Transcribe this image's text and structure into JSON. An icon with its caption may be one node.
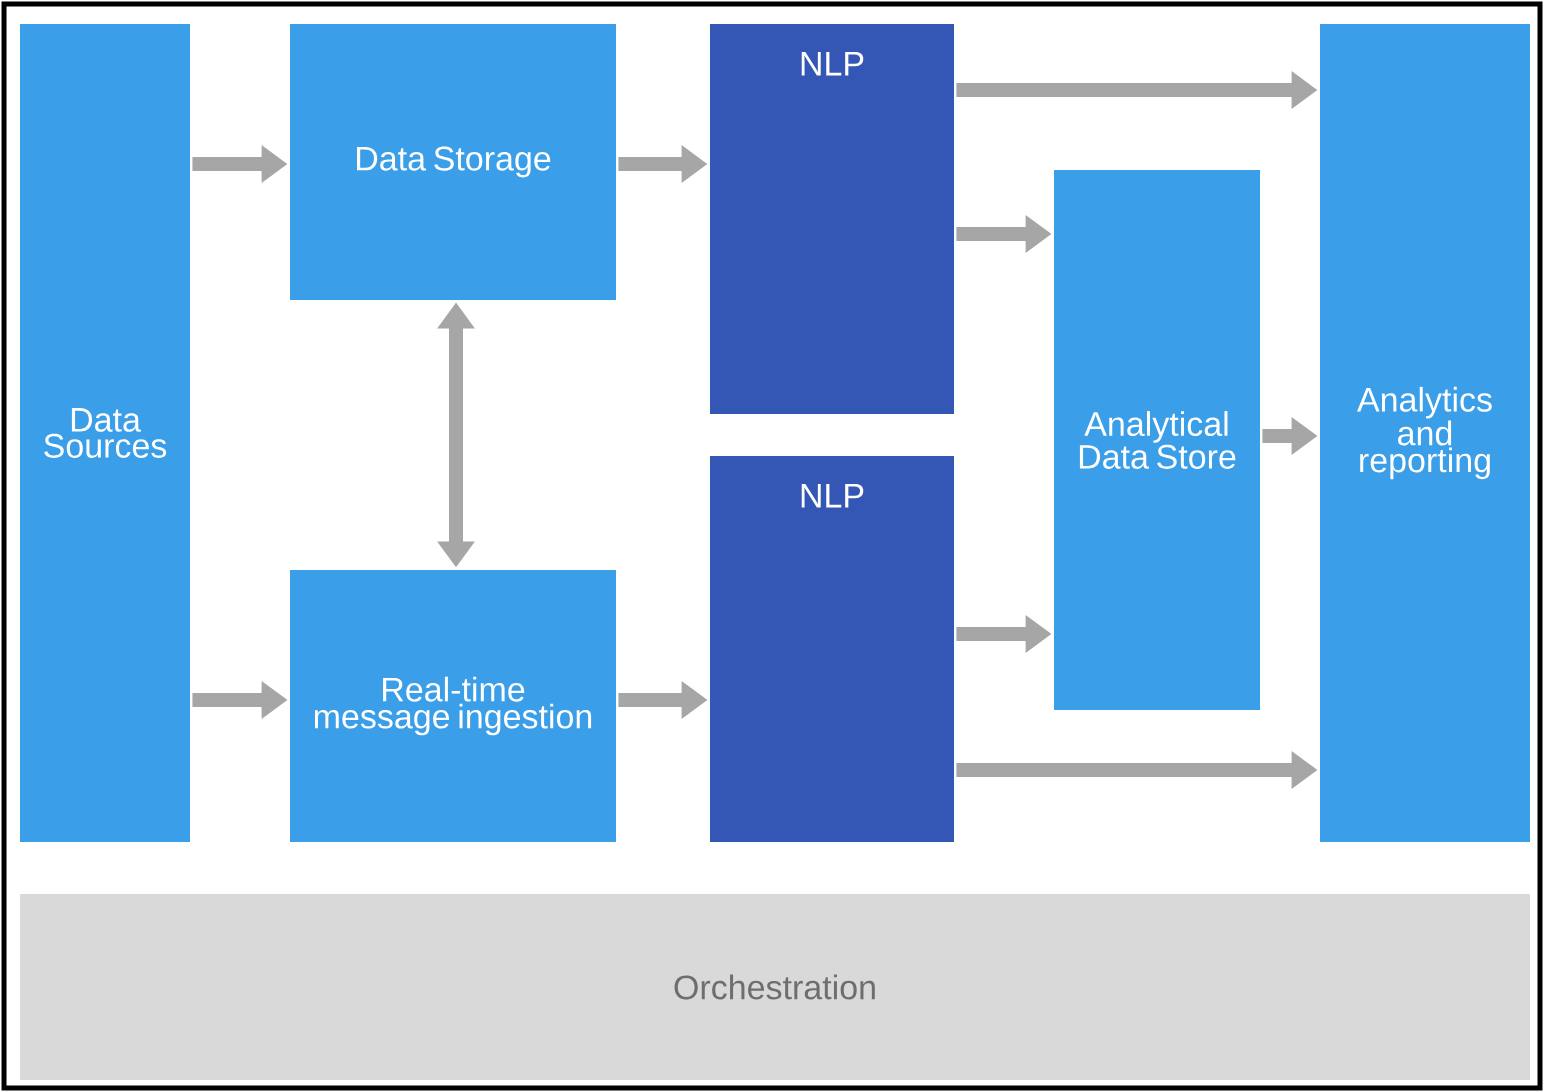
{
  "diagram": {
    "nodes": [
      {
        "text": [
          "Data Sources"
        ]
      },
      {
        "text": [
          "Data Storage"
        ]
      },
      {
        "text": [
          "Real-time message ingestion"
        ]
      },
      {
        "text": [
          "NLP"
        ]
      },
      {
        "text": [
          "NLP"
        ]
      },
      {
        "text": [
          "Analytical Data Store"
        ]
      },
      {
        "text": [
          "Analytics and reporting"
        ]
      },
      {
        "text": [
          "Orchestration"
        ]
      }
    ],
    "edges": [
      {
        "from": 0,
        "to": 1,
        "arrow": "to"
      },
      {
        "from": 0,
        "to": 2,
        "arrow": "to"
      },
      {
        "from": 1,
        "to": 2,
        "arrow": "both"
      },
      {
        "from": 1,
        "to": 3,
        "arrow": "to"
      },
      {
        "from": 2,
        "to": 4,
        "arrow": "to"
      },
      {
        "from": 3,
        "to": 6,
        "arrow": "to"
      },
      {
        "from": 3,
        "to": 5,
        "arrow": "to"
      },
      {
        "from": 4,
        "to": 5,
        "arrow": "to"
      },
      {
        "from": 4,
        "to": 6,
        "arrow": "to"
      },
      {
        "from": 5,
        "to": 6,
        "arrow": "to"
      }
    ]
  }
}
